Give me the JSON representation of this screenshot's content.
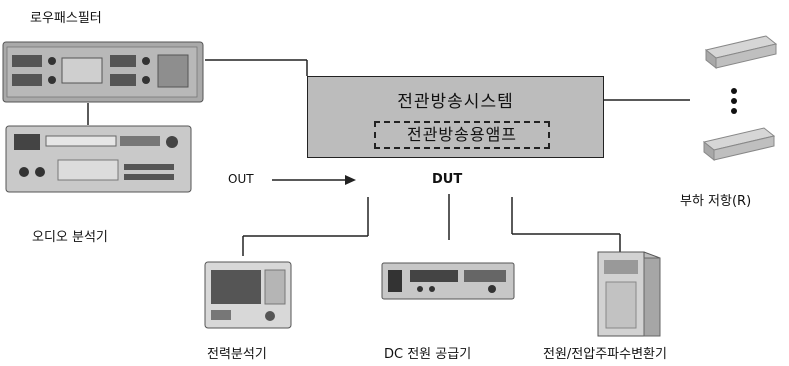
{
  "labels": {
    "lowpass_filter": "로우패스필터",
    "audio_analyzer": "오디오 분석기",
    "out": "OUT",
    "dut": "DUT",
    "load_resistor": "부하 저항(R)",
    "power_analyzer": "전력분석기",
    "dc_power_supply": "DC 전원 공급기",
    "freq_converter": "전원/전압주파수변환기"
  },
  "system": {
    "title": "전관방송시스템",
    "amp": "전관방송용앰프"
  }
}
